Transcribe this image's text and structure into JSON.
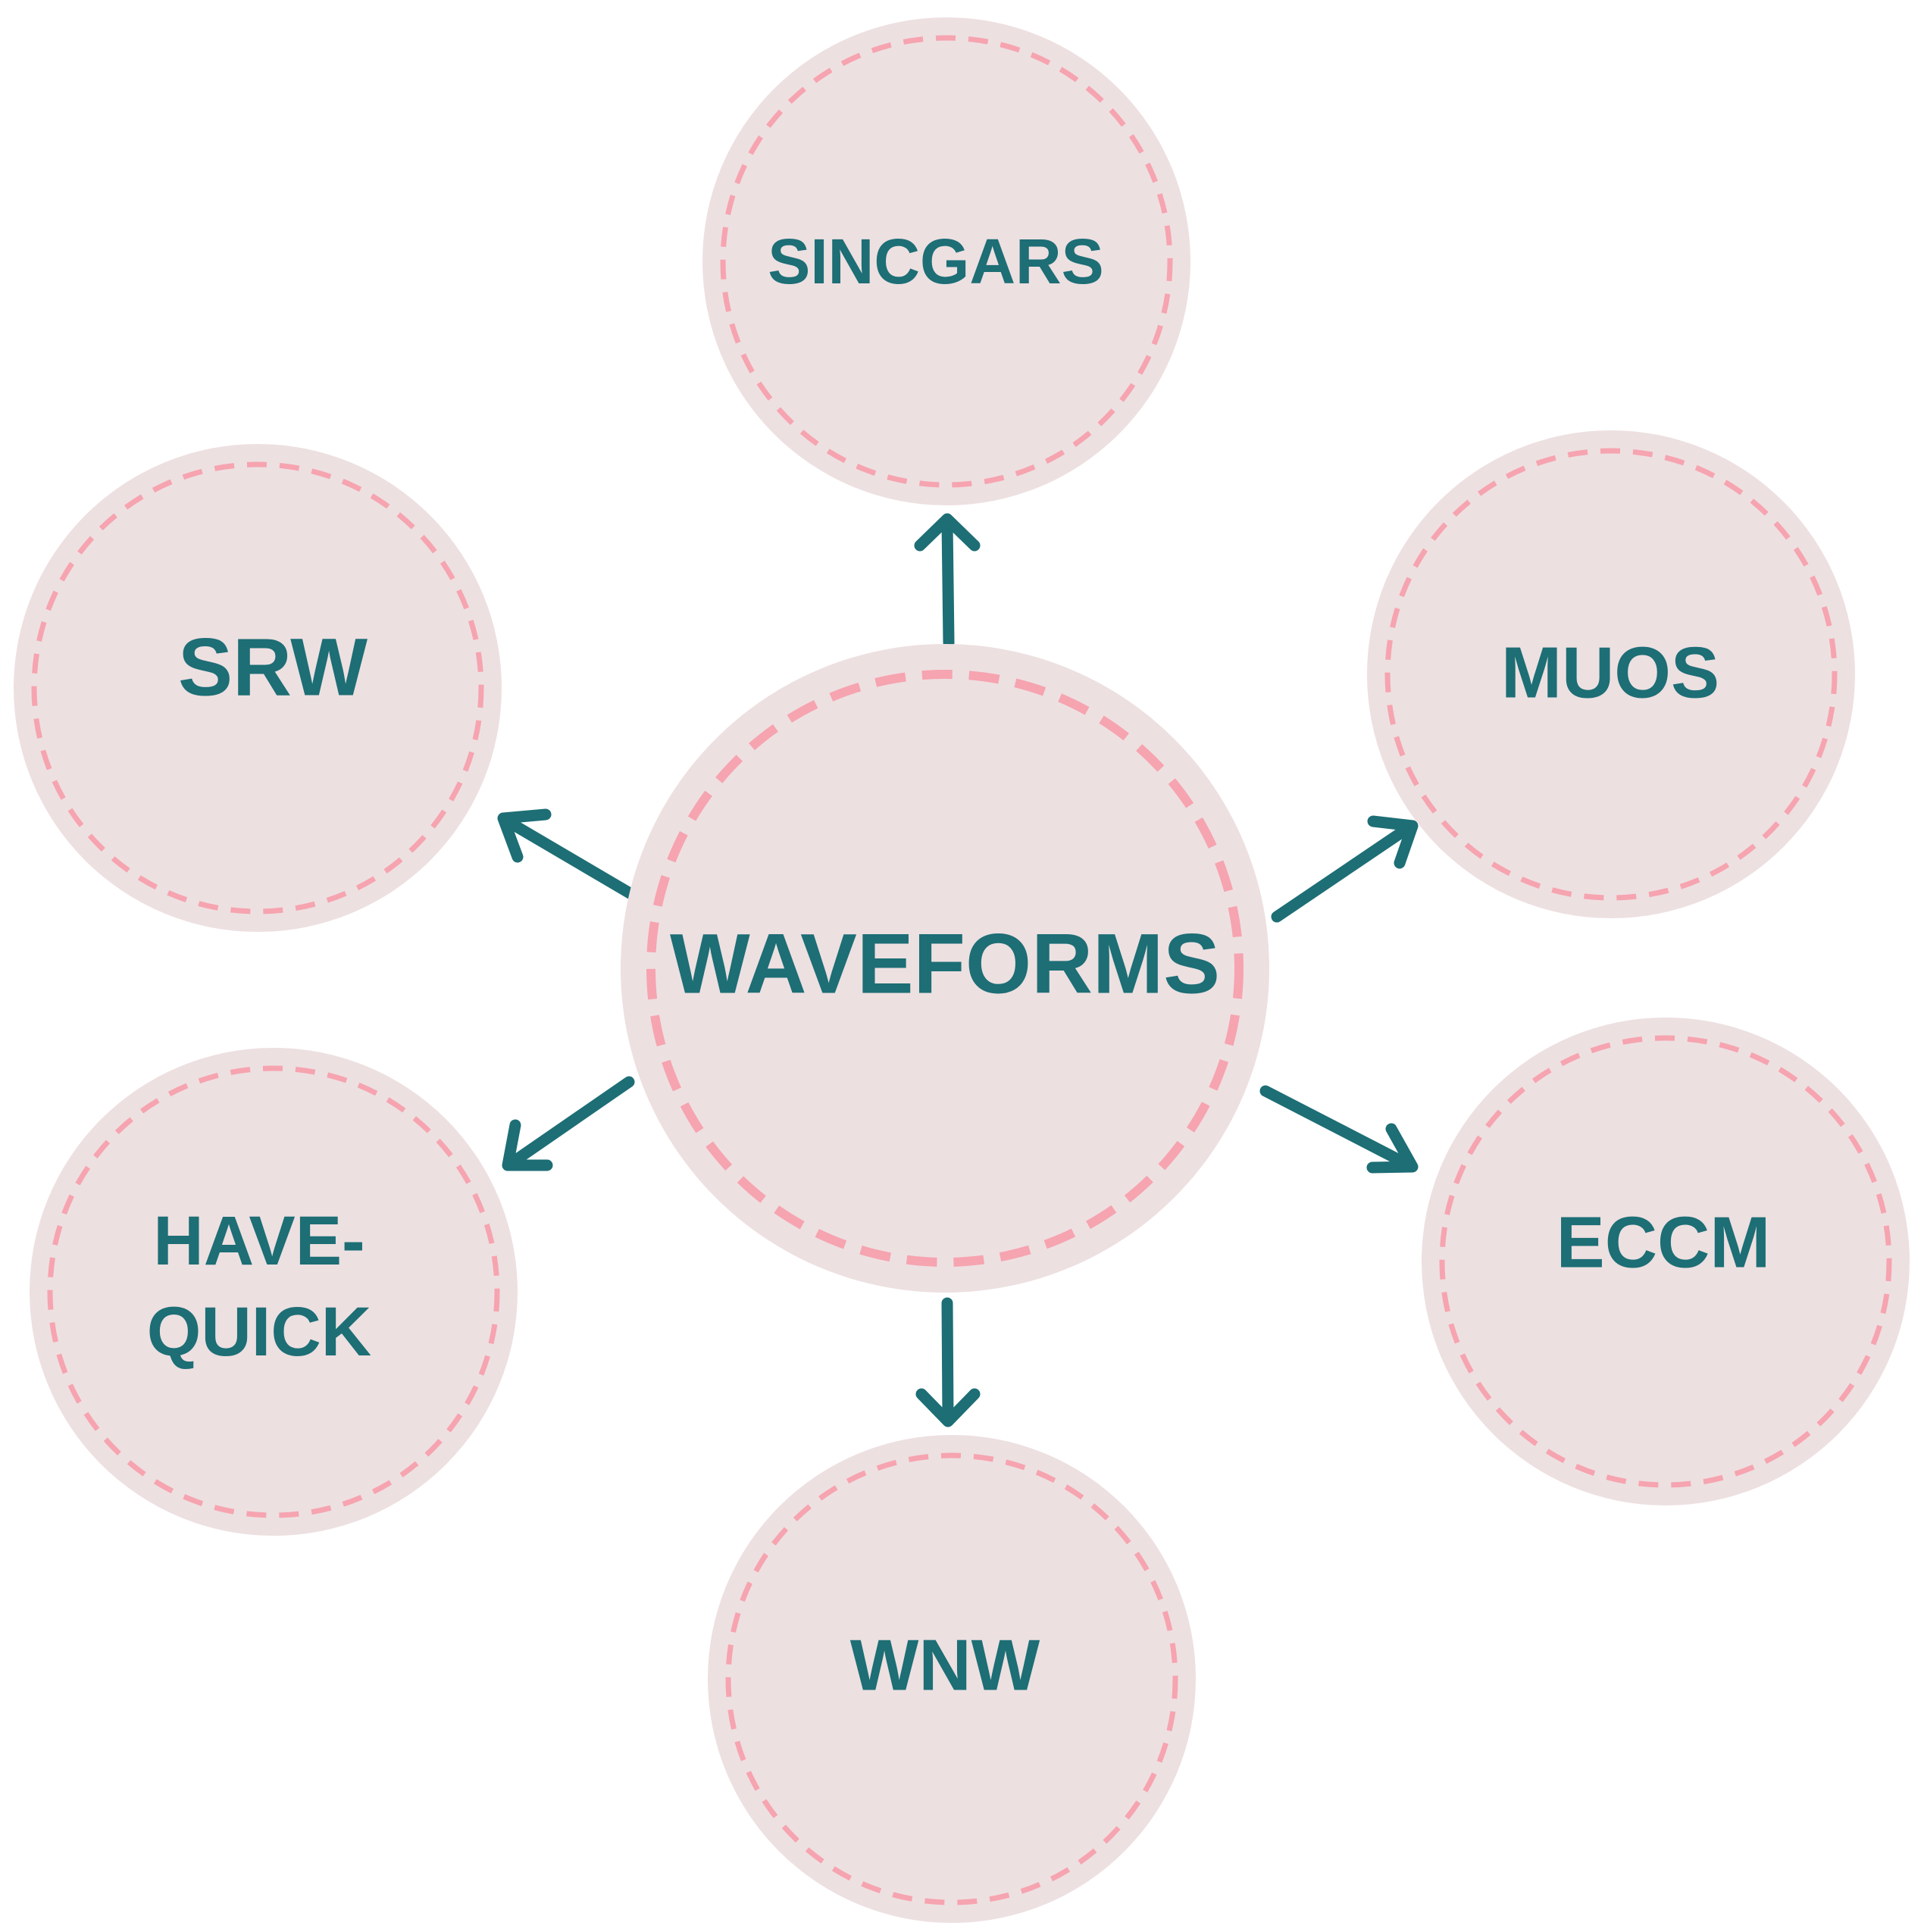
{
  "diagram": {
    "colors": {
      "disc_fill": "#ede0e1",
      "dashed_ring": "#f6a4b0",
      "text_and_arrows": "#1d6e75",
      "background": "#ffffff"
    },
    "center": {
      "label": "WAVEFORMS"
    },
    "nodes": [
      {
        "id": "sincgars",
        "label_lines": [
          "SINCGARS"
        ]
      },
      {
        "id": "muos",
        "label_lines": [
          "MUOS"
        ]
      },
      {
        "id": "eccm",
        "label_lines": [
          "ECCM"
        ]
      },
      {
        "id": "wnw",
        "label_lines": [
          "WNW"
        ]
      },
      {
        "id": "have-quick",
        "label_lines": [
          "HAVE-",
          "QUICK"
        ]
      },
      {
        "id": "srw",
        "label_lines": [
          "SRW"
        ]
      }
    ],
    "edges": [
      {
        "from": "center",
        "to": "sincgars",
        "direction": "outward"
      },
      {
        "from": "center",
        "to": "muos",
        "direction": "outward"
      },
      {
        "from": "center",
        "to": "eccm",
        "direction": "outward"
      },
      {
        "from": "center",
        "to": "wnw",
        "direction": "outward"
      },
      {
        "from": "center",
        "to": "have-quick",
        "direction": "outward"
      },
      {
        "from": "center",
        "to": "srw",
        "direction": "outward"
      }
    ]
  }
}
